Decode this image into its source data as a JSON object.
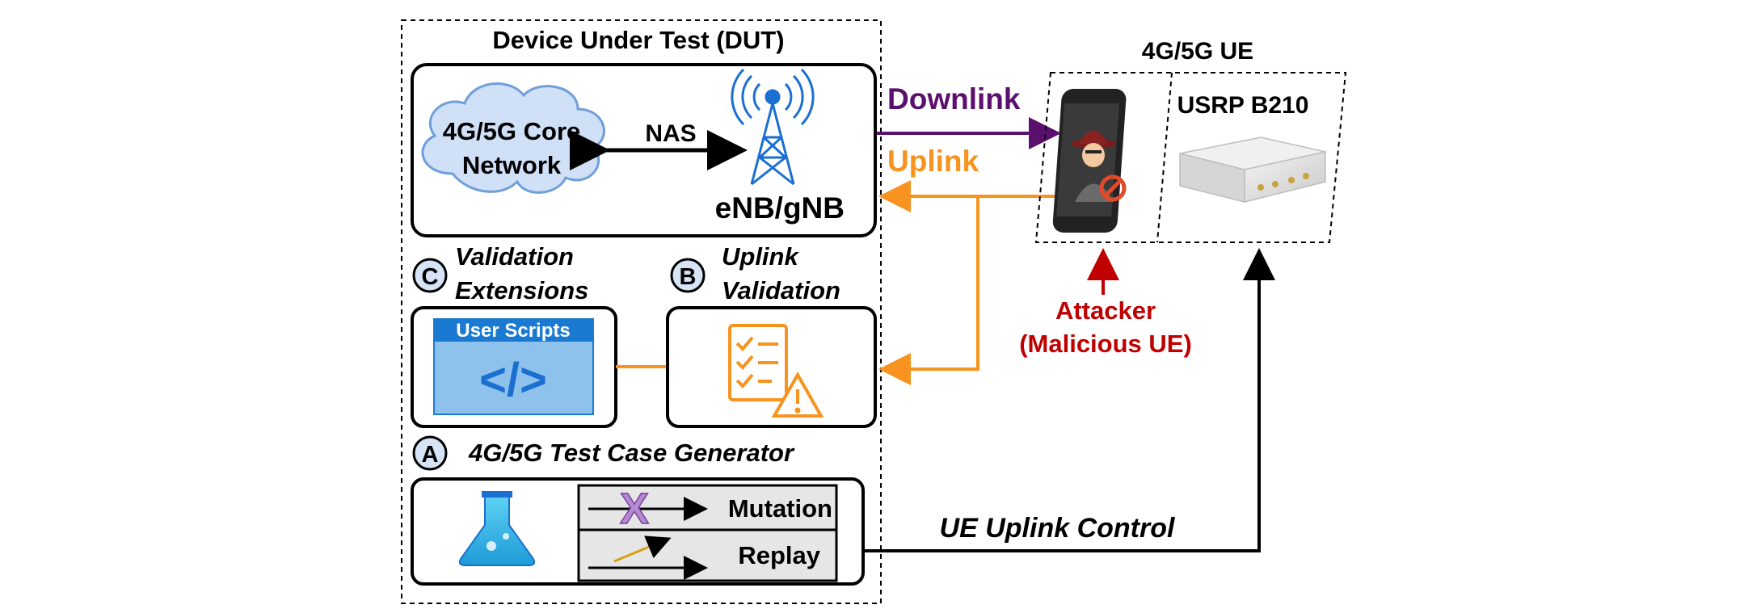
{
  "dut": {
    "title": "Device Under Test (DUT)"
  },
  "core_network": {
    "line1": "4G/5G Core",
    "line2": "Network"
  },
  "nas_label": "NAS",
  "base_station": {
    "label": "eNB/gNB"
  },
  "links": {
    "downlink": "Downlink",
    "uplink": "Uplink",
    "ue_uplink_control": "UE Uplink Control"
  },
  "ue": {
    "title": "4G/5G UE",
    "usrp_label": "USRP B210"
  },
  "attacker": {
    "line1": "Attacker",
    "line2": "(Malicious UE)"
  },
  "modules": {
    "c": {
      "badge": "C",
      "line1": "Validation",
      "line2": "Extensions",
      "panel_title": "User Scripts",
      "code_glyph": "</>"
    },
    "b": {
      "badge": "B",
      "line1": "Uplink",
      "line2": "Validation"
    },
    "a": {
      "badge": "A",
      "title": "4G/5G Test Case Generator",
      "mutation": "Mutation",
      "replay": "Replay"
    }
  },
  "colors": {
    "downlink": "#5b0f6e",
    "uplink": "#f7931e",
    "attacker": "#c00000",
    "cloud_fill": "#cfe0f7",
    "scripts_fill": "#8ec1ec",
    "scripts_header": "#1a7ad1",
    "code": "#1a6fd1"
  },
  "icons": [
    "cell-tower-icon",
    "smartphone-hacker-icon",
    "usrp-device-icon",
    "checklist-warning-icon",
    "code-icon",
    "flask-icon",
    "mutation-x-icon",
    "replay-arrow-icon"
  ]
}
